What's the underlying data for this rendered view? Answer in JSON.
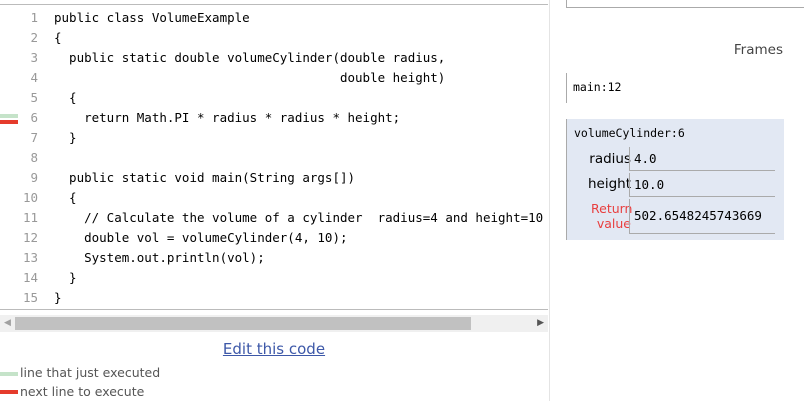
{
  "code": {
    "lines": [
      "public class VolumeExample",
      "{",
      "  public static double volumeCylinder(double radius,",
      "                                      double height)",
      "  {",
      "    return Math.PI * radius * radius * height;",
      "  }",
      "",
      "  public static void main(String args[])",
      "  {",
      "    // Calculate the volume of a cylinder  radius=4 and height=10",
      "    double vol = volumeCylinder(4, 10);",
      "    System.out.println(vol);",
      "  }",
      "}"
    ],
    "line_numbers": [
      "1",
      "2",
      "3",
      "4",
      "5",
      "6",
      "7",
      "8",
      "9",
      "10",
      "11",
      "12",
      "13",
      "14",
      "15"
    ],
    "just_executed_line": 6,
    "next_line": 6,
    "colors": {
      "just_executed": "#c5e3c9",
      "next": "#e53b2c"
    }
  },
  "edit_link": "Edit this code",
  "legend": {
    "just_executed": "line that just executed",
    "next": "next line to execute"
  },
  "frames": {
    "title": "Frames",
    "main": "main:12",
    "current": {
      "name": "volumeCylinder:6",
      "vars": [
        {
          "name": "radius",
          "value": "4.0"
        },
        {
          "name": "height",
          "value": "10.0"
        }
      ],
      "return_label": "Return value",
      "return_value": "502.6548245743669"
    }
  }
}
